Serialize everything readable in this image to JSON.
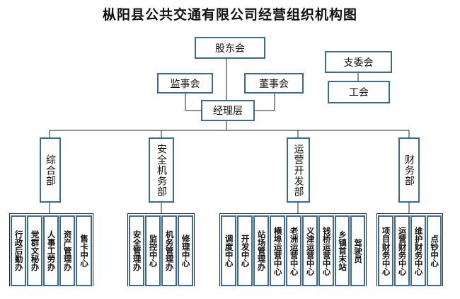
{
  "title": "枞阳县公共交通有限公司经营组织机构图",
  "top": {
    "shareholders": "股东会",
    "supervisors": "监事会",
    "board": "董事会",
    "management": "经理层",
    "branch": "支委会",
    "union": "工会"
  },
  "departments": [
    {
      "name": "综合部",
      "units": [
        "行政后勤办",
        "党群文秘办",
        "人事工劳办",
        "资产管理办",
        "售卡中心"
      ]
    },
    {
      "name": "安全机务部",
      "units": [
        "安全管理办",
        "监控中心",
        "机务管理办",
        "修理中心"
      ]
    },
    {
      "name": "运营开发部",
      "units": [
        "调度中心",
        "开发中心",
        "站场管理办",
        "横埠运营中心",
        "老洲运营中心",
        "义津运营中心",
        "钱桥运营中心",
        "乡镇首末站",
        "驾驶员"
      ]
    },
    {
      "name": "财务部",
      "units": [
        "项目财务中心",
        "运营财务中心",
        "维护财务中心",
        "点钞中心"
      ]
    }
  ]
}
